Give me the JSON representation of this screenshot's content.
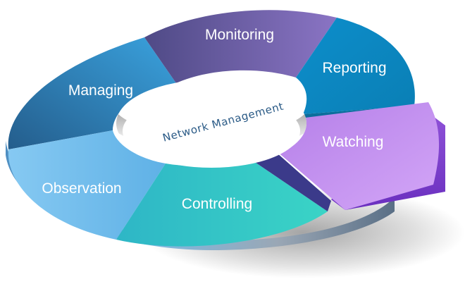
{
  "diagram": {
    "center_label": "Network Management",
    "segments": [
      {
        "label": "Monitoring",
        "color": "#6d5aa2"
      },
      {
        "label": "Reporting",
        "color": "#0f95cc"
      },
      {
        "label": "Watching",
        "color": "#c896f2"
      },
      {
        "label": "Controlling",
        "color": "#33c7c4"
      },
      {
        "label": "Observation",
        "color": "#7cc3ef"
      },
      {
        "label": "Managing",
        "color": "#2579b2"
      }
    ]
  }
}
